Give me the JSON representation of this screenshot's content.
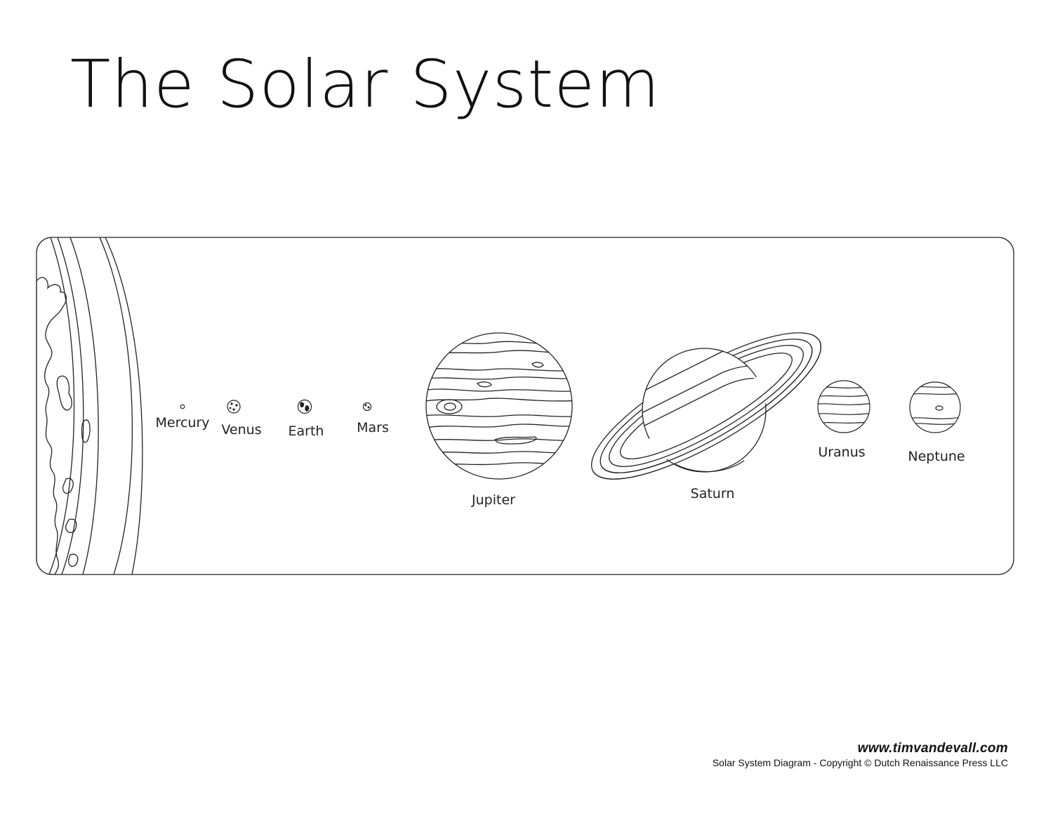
{
  "title": "The Solar System",
  "planets": [
    {
      "name": "Mercury"
    },
    {
      "name": "Venus"
    },
    {
      "name": "Earth"
    },
    {
      "name": "Mars"
    },
    {
      "name": "Jupiter"
    },
    {
      "name": "Saturn"
    },
    {
      "name": "Uranus"
    },
    {
      "name": "Neptune"
    }
  ],
  "footer": {
    "website": "www.timvandevall.com",
    "copyright": "Solar System Diagram - Copyright © Dutch Renaissance Press LLC"
  },
  "colors": {
    "line": "#222222",
    "background": "#ffffff"
  }
}
